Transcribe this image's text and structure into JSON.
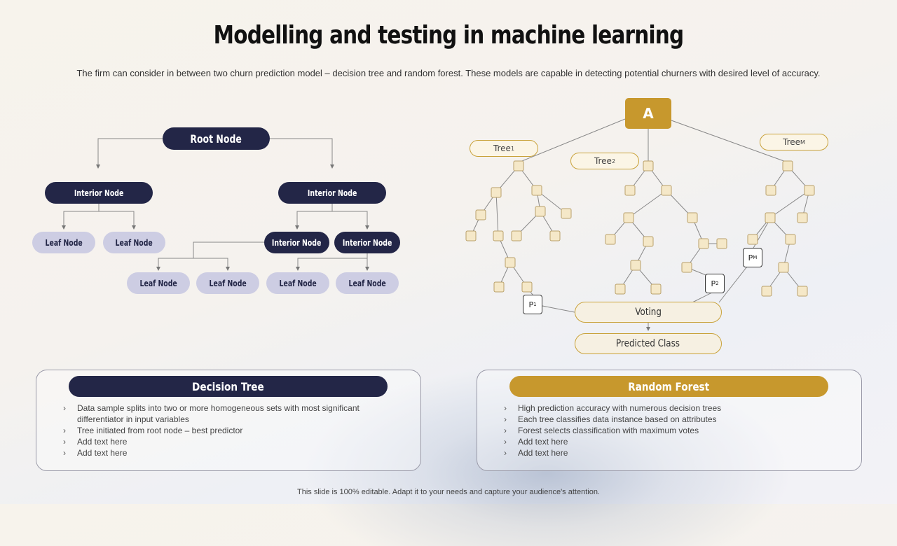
{
  "title": "Modelling and testing in machine learning",
  "subtitle": "The firm can consider in between two churn prediction model – decision tree and random forest. These models are capable in detecting potential churners with desired level of accuracy.",
  "decision_tree_diagram": {
    "root": "Root Node",
    "interior_left": "Interior Node",
    "interior_right": "Interior Node",
    "leaf_1": "Leaf Node",
    "leaf_2": "Leaf Node",
    "interior_3": "Interior Node",
    "interior_4": "Interior Node",
    "leaf_3": "Leaf Node",
    "leaf_4": "Leaf Node",
    "leaf_5": "Leaf Node",
    "leaf_6": "Leaf Node"
  },
  "random_forest_diagram": {
    "input": "A",
    "tree1": {
      "base": "Tree",
      "sub": "1"
    },
    "tree2": {
      "base": "Tree",
      "sub": "2"
    },
    "treem": {
      "base": "Tree",
      "sub": "M"
    },
    "p1": {
      "base": "P",
      "sub": "1"
    },
    "p2": {
      "base": "P",
      "sub": "2"
    },
    "pm": {
      "base": "P",
      "sub": "M"
    },
    "voting": "Voting",
    "predicted": "Predicted Class"
  },
  "panels": {
    "decision_tree": {
      "heading": "Decision Tree",
      "items": [
        "Data sample splits into two or more homogeneous sets with most significant differentiator in input variables",
        "Tree initiated from root node – best predictor",
        "Add text here",
        "Add text here"
      ]
    },
    "random_forest": {
      "heading": "Random Forest",
      "items": [
        "High prediction accuracy with numerous decision trees",
        "Each tree classifies data instance based on attributes",
        "Forest selects classification with maximum votes",
        "Add text here",
        "Add text here"
      ]
    }
  },
  "footer": "This slide is 100% editable. Adapt it to your needs and capture your audience's attention.",
  "colors": {
    "navy": "#232647",
    "gold": "#c7982d",
    "lavender": "#cdcde3",
    "node_fill": "#f5e8c8"
  }
}
